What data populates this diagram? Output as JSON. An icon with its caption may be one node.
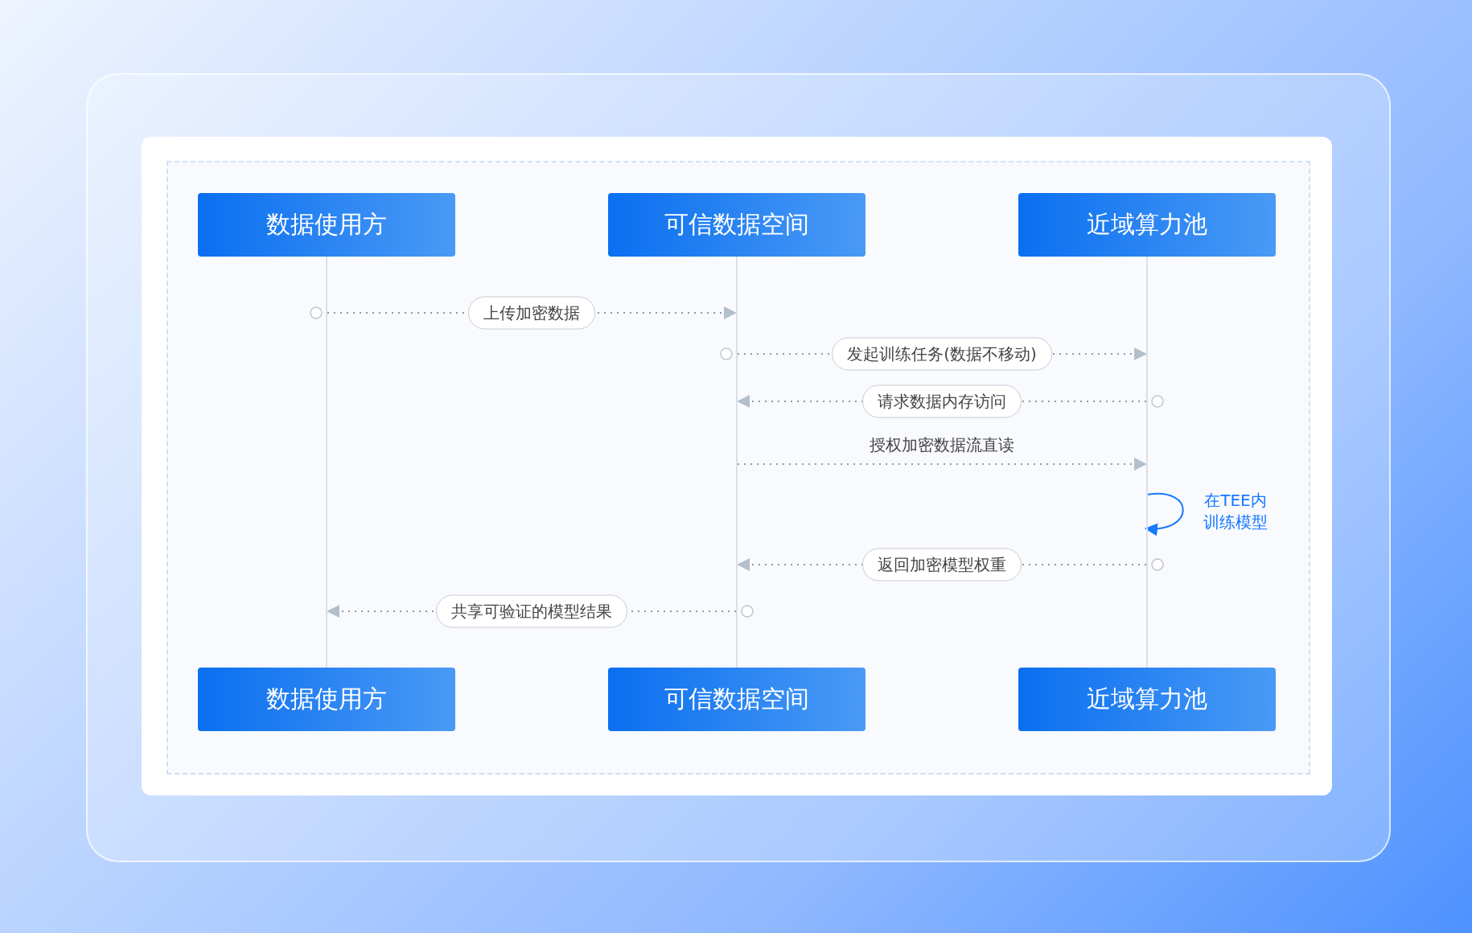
{
  "diagram": {
    "nodes": [
      {
        "text": [
          "数据使用方"
        ]
      },
      {
        "text": [
          "可信数据空间"
        ]
      },
      {
        "text": [
          "近域算力池"
        ]
      },
      {
        "text": [],
        "shape": "line"
      },
      {
        "text": [],
        "shape": "line"
      },
      {
        "text": [],
        "shape": "line"
      },
      {
        "text": [
          "数据使用方"
        ]
      },
      {
        "text": [
          "可信数据空间"
        ]
      },
      {
        "text": [
          "近域算力池"
        ]
      }
    ],
    "edges": [
      {
        "from": 3,
        "to": 4,
        "arrow": "to",
        "label": "上传加密数据",
        "style": "dashed"
      },
      {
        "from": 4,
        "to": 5,
        "arrow": "to",
        "label": "发起训练任务(数据不移动)",
        "style": "dashed"
      },
      {
        "from": 5,
        "to": 4,
        "arrow": "to",
        "label": "请求数据内存访问",
        "style": "dashed"
      },
      {
        "from": 4,
        "to": 5,
        "arrow": "to",
        "label": "授权加密数据流直读",
        "style": "dashed"
      },
      {
        "from": 5,
        "to": 5,
        "arrow": "to",
        "label": "在TEE内训练模型",
        "color": "#1677ff"
      },
      {
        "from": 5,
        "to": 4,
        "arrow": "to",
        "label": "返回加密模型权重",
        "style": "dashed"
      },
      {
        "from": 4,
        "to": 3,
        "arrow": "to",
        "label": "共享可验证的模型结果",
        "style": "dashed"
      }
    ]
  }
}
